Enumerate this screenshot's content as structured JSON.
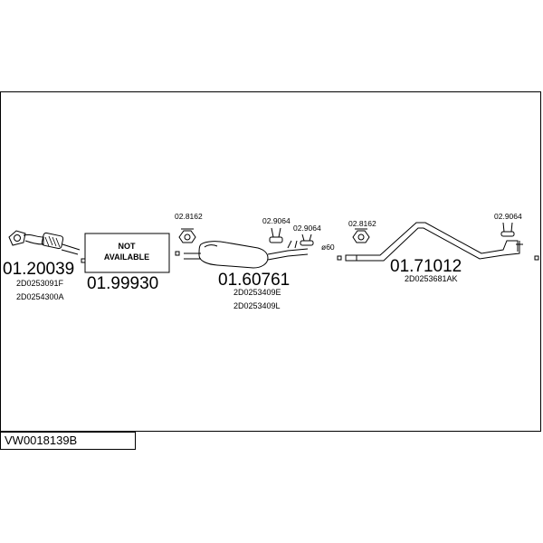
{
  "diagram_ref": "VW0018139B",
  "not_available": {
    "line1": "NOT",
    "line2": "AVAILABLE"
  },
  "parts": [
    {
      "number": "01.20039",
      "codes": [
        "2D0253091F",
        "2D0254300A"
      ]
    },
    {
      "number": "01.99930",
      "codes": []
    },
    {
      "number": "01.60761",
      "codes": [
        "2D0253409E",
        "2D0253409L"
      ]
    },
    {
      "number": "01.71012",
      "codes": [
        "2D0253681AK"
      ]
    }
  ],
  "fittings": [
    "02.8162",
    "02.9064",
    "02.9064",
    "02.8162",
    "02.9064"
  ],
  "diameter_label": "ø60"
}
